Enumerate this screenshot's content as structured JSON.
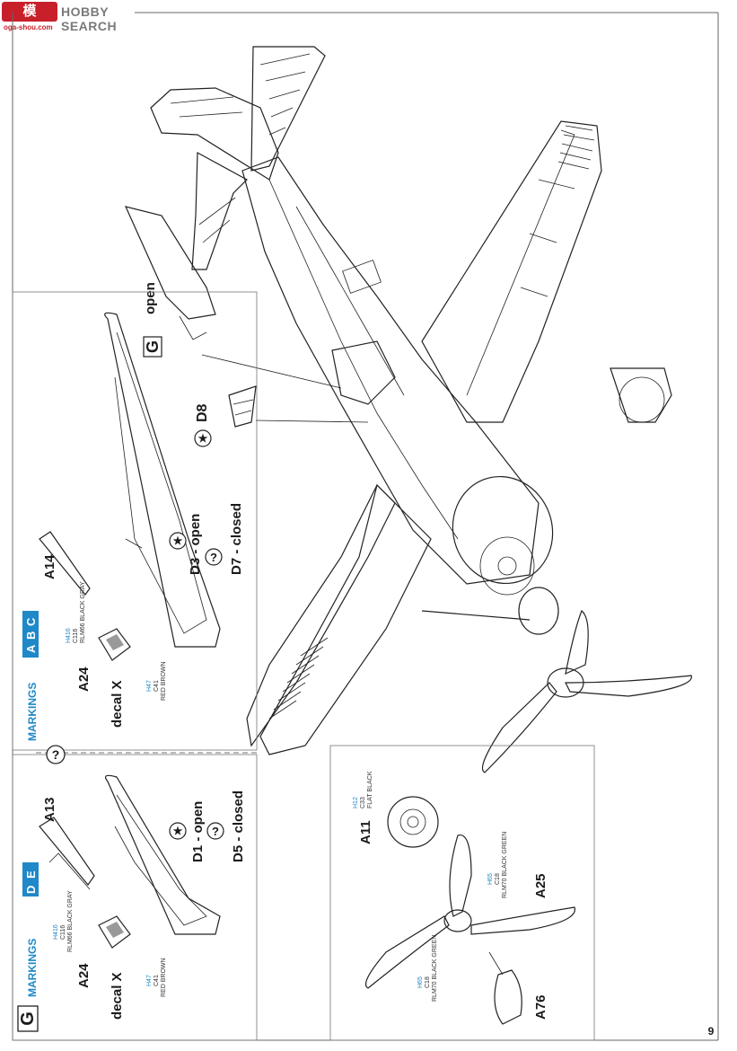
{
  "watermark": {
    "logo_chars": "模",
    "brand": "HOBBY SEARCH",
    "url": "oga-shou.com"
  },
  "page_number": "9",
  "step_letter": "G",
  "main": {
    "step_open_letter": "G",
    "open_label": "open",
    "d8_label": "D8"
  },
  "panel_abc": {
    "markings_label": "MARKINGS",
    "markings_letters": [
      "A",
      "B",
      "C"
    ],
    "part_a14": "A14",
    "part_a24": "A24",
    "decal_x": "decal X",
    "d3_open": "D3 - open",
    "d7_closed": "D7 - closed",
    "question": "?",
    "paint1": {
      "code1": "H416",
      "code2": "C116",
      "name": "RLM66 BLACK GRAY"
    },
    "paint2": {
      "code1": "H47",
      "code2": "C41",
      "name": "RED BROWN"
    }
  },
  "panel_de": {
    "markings_label": "MARKINGS",
    "markings_letters": [
      "D",
      "E"
    ],
    "part_a13": "A13",
    "part_a24": "A24",
    "decal_x": "decal X",
    "d1_open": "D1 - open",
    "d5_closed": "D5 - closed",
    "question": "?",
    "paint1": {
      "code1": "H416",
      "code2": "C116",
      "name": "RLM66 BLACK GRAY"
    },
    "paint2": {
      "code1": "H47",
      "code2": "C41",
      "name": "RED BROWN"
    }
  },
  "question_divider": "?",
  "prop_panel": {
    "part_a11": "A11",
    "part_a25": "A25",
    "part_a76": "A76",
    "paint_a11": {
      "code1": "H12",
      "code2": "C33",
      "name": "FLAT BLACK"
    },
    "paint_a25": {
      "code1": "H65",
      "code2": "C18",
      "name": "RLM70 BLACK GREEN"
    },
    "paint_blade": {
      "code1": "H65",
      "code2": "C18",
      "name": "RLM70 BLACK GREEN"
    }
  }
}
